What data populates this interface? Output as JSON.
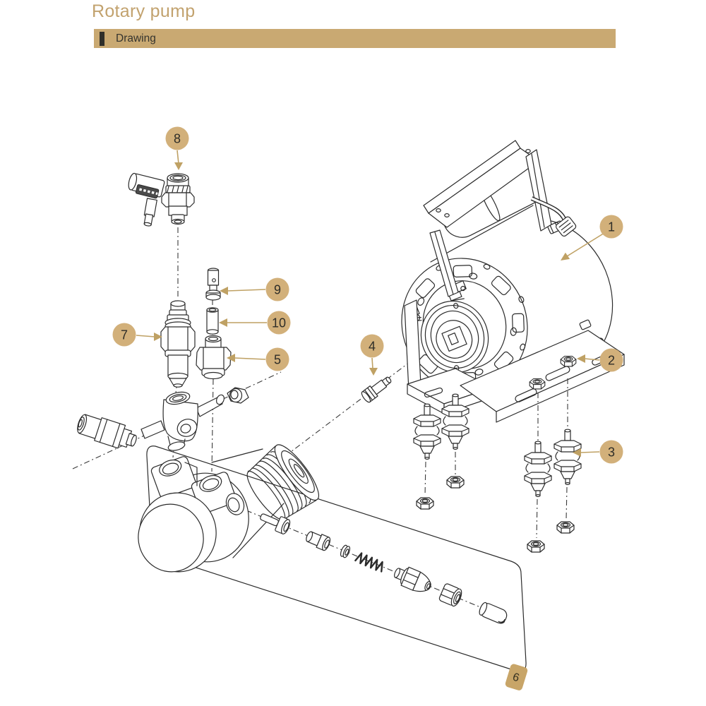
{
  "page": {
    "title": "Rotary pump"
  },
  "drawing_bar": {
    "label": "Drawing"
  },
  "callouts": [
    {
      "label": "1"
    },
    {
      "label": "2"
    },
    {
      "label": "3"
    },
    {
      "label": "4"
    },
    {
      "label": "5"
    },
    {
      "label": "6"
    },
    {
      "label": "7"
    },
    {
      "label": "8"
    },
    {
      "label": "9"
    },
    {
      "label": "10"
    }
  ],
  "colors": {
    "accent_bar": "#C9A972",
    "title_text": "#C2A26E",
    "callout_fill": "#D2B07A",
    "leader_line": "#BFA164",
    "dark_text": "#2F2E29",
    "line_art": "#2B2B2B",
    "background": "#FFFFFF"
  }
}
